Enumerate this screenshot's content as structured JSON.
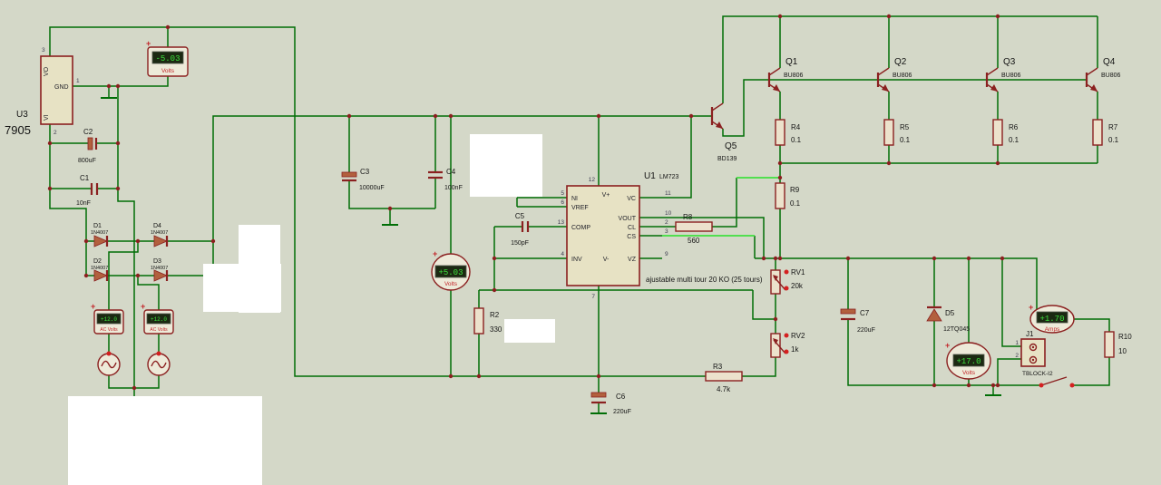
{
  "schematic": {
    "u3": {
      "ref": "U3",
      "value": "7905",
      "pin_vo": "VO",
      "pin_gnd": "GND",
      "pin_vi": "VI",
      "num_vo": "3",
      "num_gnd": "1",
      "num_vi": "2"
    },
    "u1": {
      "ref": "U1",
      "value": "LM723",
      "pin_ni": "NI",
      "pin_vref": "VREF",
      "pin_comp": "COMP",
      "pin_inv": "INV",
      "pin_vplus": "V+",
      "pin_vminus": "V-",
      "pin_vc": "VC",
      "pin_vout": "VOUT",
      "pin_cl": "CL",
      "pin_cs": "CS",
      "pin_vz": "VZ",
      "num_ni": "5",
      "num_vref": "6",
      "num_comp": "13",
      "num_inv": "4",
      "num_vplus": "12",
      "num_vminus": "7",
      "num_vc": "11",
      "num_vout": "10",
      "num_cl": "2",
      "num_cs": "3",
      "num_vz": "9"
    },
    "q1": {
      "ref": "Q1",
      "value": "BU806"
    },
    "q2": {
      "ref": "Q2",
      "value": "BU806"
    },
    "q3": {
      "ref": "Q3",
      "value": "BU806"
    },
    "q4": {
      "ref": "Q4",
      "value": "BU806"
    },
    "q5": {
      "ref": "Q5",
      "value": "BD139"
    },
    "r2": {
      "ref": "R2",
      "value": "330"
    },
    "r3": {
      "ref": "R3",
      "value": "4.7k"
    },
    "r4": {
      "ref": "R4",
      "value": "0.1"
    },
    "r5": {
      "ref": "R5",
      "value": "0.1"
    },
    "r6": {
      "ref": "R6",
      "value": "0.1"
    },
    "r7": {
      "ref": "R7",
      "value": "0.1"
    },
    "r8": {
      "ref": "R8",
      "value": "560"
    },
    "r9": {
      "ref": "R9",
      "value": "0.1"
    },
    "r10": {
      "ref": "R10",
      "value": "10"
    },
    "rv1": {
      "ref": "RV1",
      "value": "20k"
    },
    "rv2": {
      "ref": "RV2",
      "value": "1k"
    },
    "c1": {
      "ref": "C1",
      "value": "10nF"
    },
    "c2": {
      "ref": "C2",
      "value": "800uF"
    },
    "c3": {
      "ref": "C3",
      "value": "10000uF"
    },
    "c4": {
      "ref": "C4",
      "value": "100nF"
    },
    "c5": {
      "ref": "C5",
      "value": "150pF"
    },
    "c6": {
      "ref": "C6",
      "value": "220uF"
    },
    "c7": {
      "ref": "C7",
      "value": "220uF"
    },
    "d1": {
      "ref": "D1",
      "value": "1N4007"
    },
    "d2": {
      "ref": "D2",
      "value": "1N4007"
    },
    "d3": {
      "ref": "D3",
      "value": "1N4007"
    },
    "d4": {
      "ref": "D4",
      "value": "1N4007"
    },
    "d5": {
      "ref": "D5",
      "value": "12TQ045"
    },
    "j1": {
      "ref": "J1",
      "value": "TBLOCK-I2",
      "pin1": "1",
      "pin2": "2"
    },
    "note": "ajustable multi tour 20 KO (25 tours)"
  },
  "meters": {
    "vm_neg": {
      "value": "-5.03",
      "unit": "Volts"
    },
    "vm_mid": {
      "value": "+5.03",
      "unit": "Volts"
    },
    "vm_out": {
      "value": "+17.0",
      "unit": "Volts"
    },
    "am_out": {
      "value": "+1.70",
      "unit": "Amps"
    },
    "ac1": {
      "value": "+12.0",
      "unit": "AC Volts"
    },
    "ac2": {
      "value": "+12.0",
      "unit": "AC Volts"
    }
  },
  "symbols": {
    "plus": "+"
  }
}
